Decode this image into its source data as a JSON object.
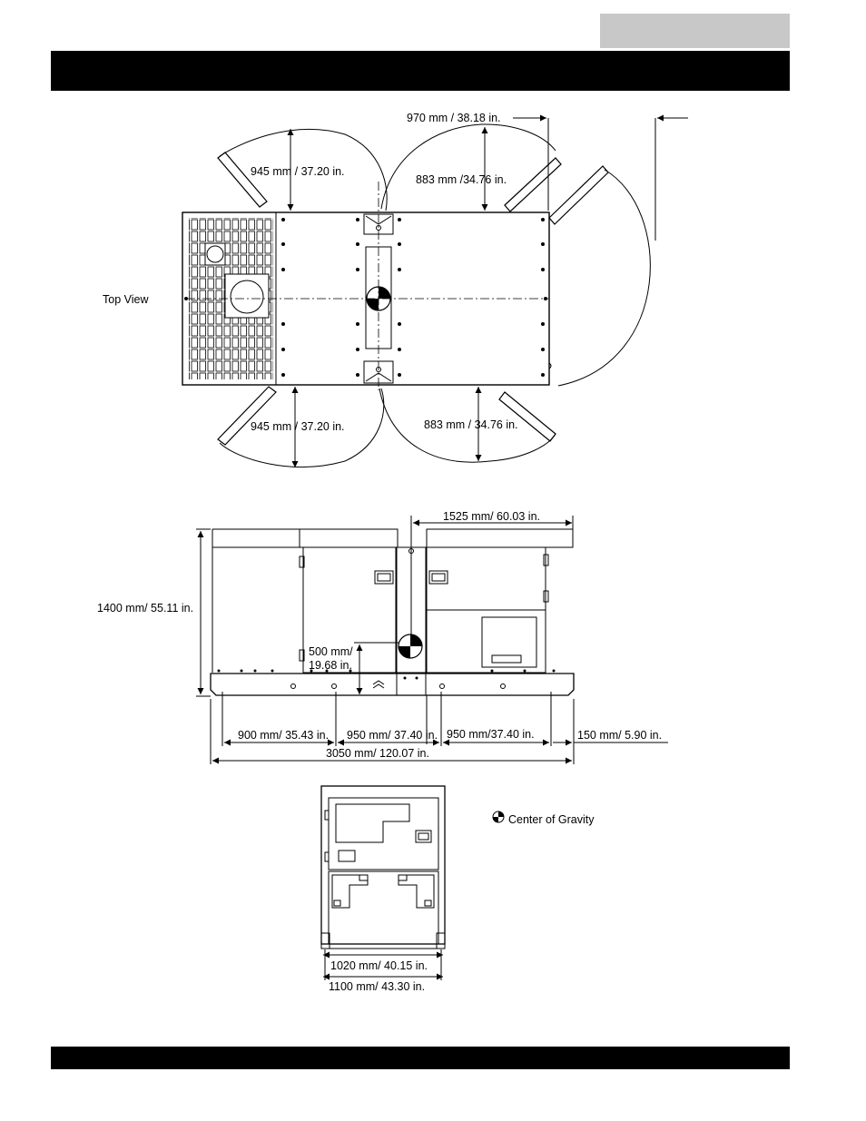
{
  "header": {
    "tab_text": "",
    "bar_text": ""
  },
  "footer": {
    "bar_text": ""
  },
  "top_view": {
    "label": "Top View",
    "dim_970": "970 mm / 38.18 in.",
    "dim_945_top": "945 mm / 37.20 in.",
    "dim_883_top": "883 mm /34.76 in.",
    "dim_945_bottom": "945 mm / 37.20 in.",
    "dim_883_bottom": "883 mm / 34.76 in."
  },
  "side_view": {
    "dim_1525": "1525 mm/ 60.03 in.",
    "dim_1400": "1400 mm/ 55.11 in.",
    "dim_500_line1": "500 mm/",
    "dim_500_line2": "19.68 in.",
    "dim_900": "900 mm/ 35.43 in.",
    "dim_950a": "950 mm/ 37.40 in.",
    "dim_950b": "950 mm/37.40 in.",
    "dim_150": "150 mm/ 5.90 in.",
    "dim_3050": "3050 mm/ 120.07 in."
  },
  "end_view": {
    "dim_1020": "1020 mm/ 40.15 in.",
    "dim_1100": "1100 mm/ 43.30 in."
  },
  "legend": {
    "center_of_gravity": "Center of Gravity"
  }
}
